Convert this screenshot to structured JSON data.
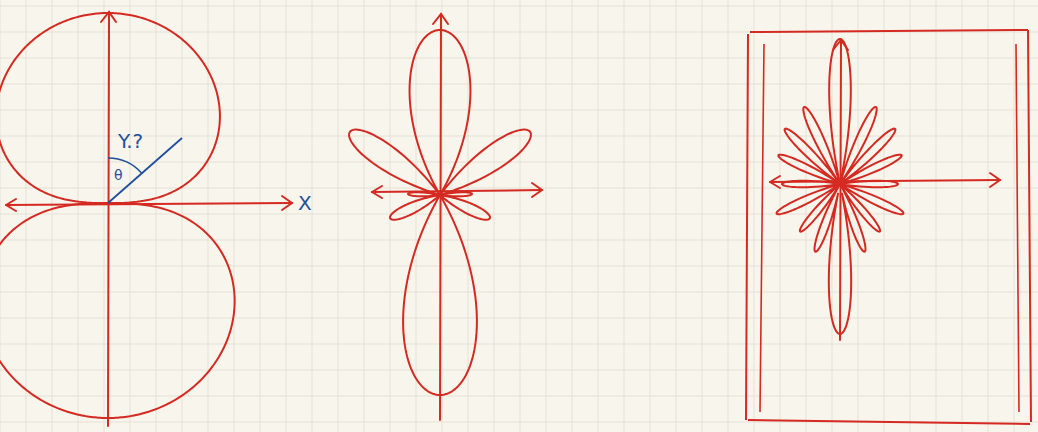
{
  "diagram": {
    "labels": [
      "Y.?",
      "θ",
      "X"
    ]
  }
}
